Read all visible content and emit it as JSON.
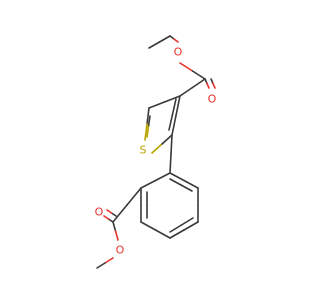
{
  "colors": {
    "bond": "#3a3a3a",
    "oxygen": "#e8322b",
    "sulfur": "#b8a400",
    "background": "#ffffff"
  },
  "atoms": {
    "s1": {
      "symbol": "S"
    },
    "o_carbonyl_ethyl": {
      "symbol": "O"
    },
    "o_ester_ethyl": {
      "symbol": "O"
    },
    "o_carbonyl_methyl": {
      "symbol": "O"
    },
    "o_ester_methyl": {
      "symbol": "O"
    }
  }
}
